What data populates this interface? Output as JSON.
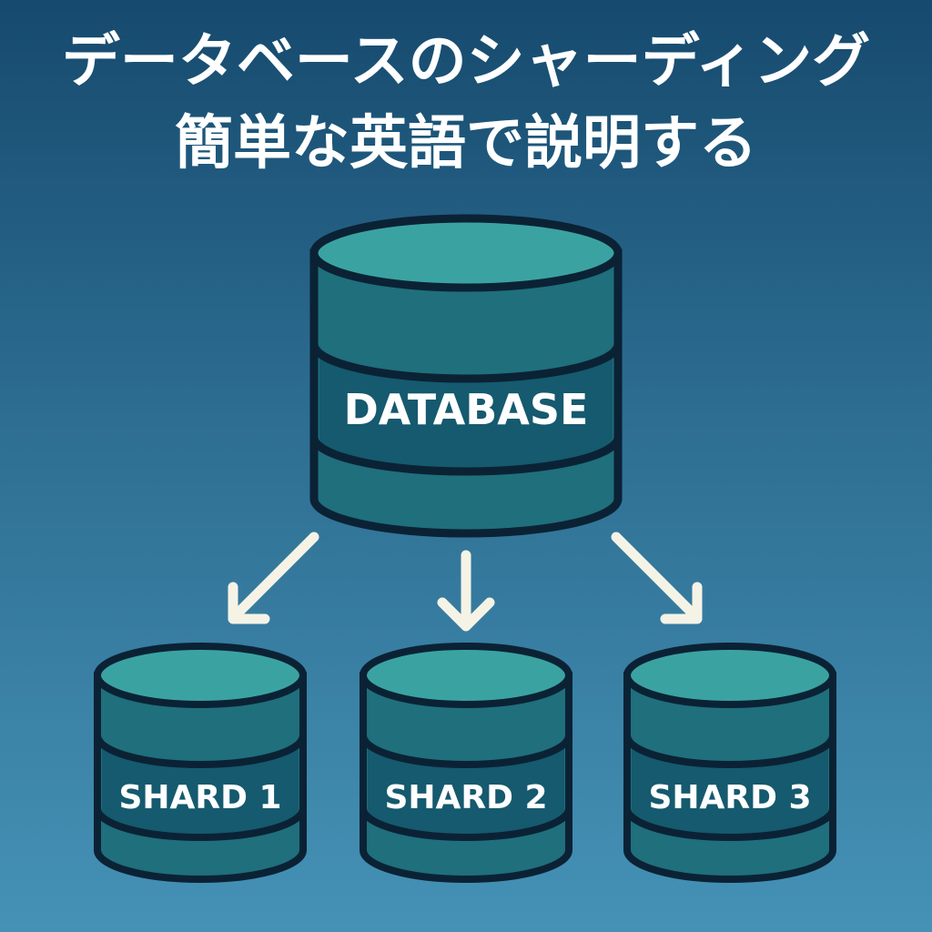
{
  "title": {
    "line1": "データベースのシャーディング",
    "line2": "簡単な英語で説明する"
  },
  "diagram": {
    "main_database": {
      "label": "DATABASE"
    },
    "shards": [
      {
        "label": "SHARD 1"
      },
      {
        "label": "SHARD 2"
      },
      {
        "label": "SHARD 3"
      }
    ]
  },
  "colors": {
    "background_top": "#164a6e",
    "background_bottom": "#4592b6",
    "cylinder_top": "#3aa3a2",
    "cylinder_body": "#1f6f7c",
    "cylinder_band": "#155a6e",
    "outline": "#0b2235",
    "arrow": "#f5f3e6"
  }
}
